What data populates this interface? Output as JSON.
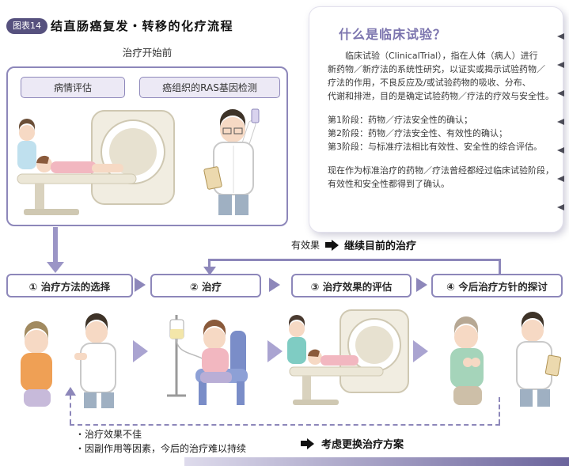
{
  "header": {
    "badge": "图表14",
    "title": "结直肠癌复发・转移的化疗流程"
  },
  "pretreatment": {
    "label": "治疗开始前",
    "box1": "病情评估",
    "box2": "癌组织的RAS基因检测"
  },
  "panel": {
    "title": "什么是临床试验？",
    "intro": [
      "　　临床试验（ClinicalTrial），指在人体（病人）进行",
      "新药物／新疗法的系统性研究，以证实或揭示试验药物／",
      "疗法的作用，不良反应及/或试验药物的吸收、分布、",
      "代谢和排泄，目的是确定试验药物／疗法的疗效与安全性。"
    ],
    "phases": [
      "第1阶段：药物／疗法安全性的确认；",
      "第2阶段：药物／疗法安全性、有效性的确认；",
      "第3阶段：与标准疗法相比有效性、安全性的综合评估。"
    ],
    "closing": [
      "现在作为标准治疗的药物／疗法曾经都经过临床试验阶段，",
      "有效性和安全性都得到了确认。"
    ]
  },
  "effective_loop": {
    "condition": "有效果",
    "action": "继续目前的治疗"
  },
  "steps": {
    "step1": "① 治疗方法的选择",
    "step2": "② 治疗",
    "step3": "③ 治疗效果的评估",
    "step4": "④ 今后治疗方针的探讨"
  },
  "failure": {
    "note1": "・治疗效果不佳",
    "note2": "・因副作用等因素，今后的治疗难以持续",
    "action": "考虑更换治疗方案"
  },
  "colors": {
    "purple": "#8d87ba",
    "purple_dark": "#56517e",
    "purple_light": "#ece9f5"
  }
}
